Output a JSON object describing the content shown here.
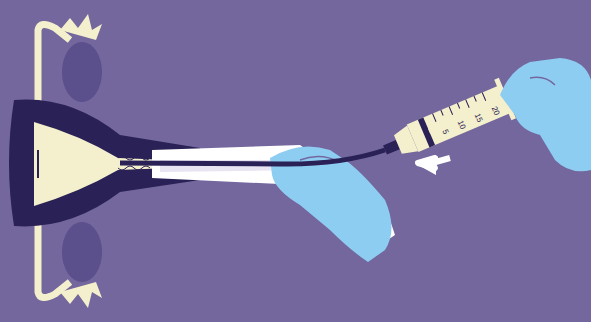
{
  "diagram": {
    "labels": [
      "5",
      "10",
      "15",
      "20"
    ]
  }
}
